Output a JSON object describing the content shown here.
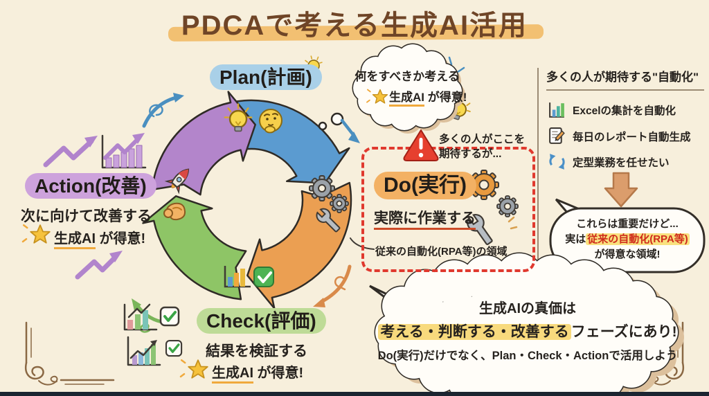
{
  "title": "PDCAで考える生成AI活用",
  "cycle": {
    "plan": {
      "label": "Plan(計画)"
    },
    "do": {
      "label": "Do(実行)",
      "desc": "実際に作業する",
      "warning_line1": "多くの人がここを",
      "warning_line2": "期待するが...",
      "note": "従来の自動化(RPA等)の領域"
    },
    "check": {
      "label": "Check(評価)",
      "desc": "結果を検証する",
      "ai_strong": "生成AI",
      "ai_rest": " が得意!"
    },
    "action": {
      "label": "Action(改善)",
      "desc": "次に向けて改善する",
      "ai_strong": "生成AI",
      "ai_rest": " が得意!"
    }
  },
  "plan_bubble": {
    "line1": "何をすべきか考える",
    "ai_strong": "生成AI",
    "ai_rest": " が得意!"
  },
  "right_panel": {
    "heading": "多くの人が期待する\"自動化\"",
    "items": [
      {
        "icon": "bar-chart-icon",
        "label": "Excelの集計を自動化"
      },
      {
        "icon": "report-icon",
        "label": "毎日のレポート自動生成"
      },
      {
        "icon": "recycle-icon",
        "label": "定型業務を任せたい"
      }
    ],
    "bubble": {
      "line1": "これらは重要だけど...",
      "line2_prefix": "実は",
      "line2_highlight": "従来の自動化(RPA等)",
      "line3": "が得意な領域!"
    }
  },
  "conclusion_bubble": {
    "line1": "生成AIの真価は",
    "line2_highlight": "考える・判断する・改善する",
    "line2_rest": "フェーズにあり!",
    "line3": "Do(実行)だけでなく、Plan・Check・Actionで活用しよう"
  },
  "colors": {
    "background": "#f7efdc",
    "title": "#6f4527",
    "title_highlight": "#f0b459",
    "plan_blue": "#5b9bd0",
    "do_orange": "#eb9f52",
    "check_green": "#8ec566",
    "action_purple": "#b385cb",
    "warning_red": "#e6402f",
    "dashed_red": "#e0392e",
    "highlight_yellow": "#f8da7d",
    "rpa_red_text": "#cf2b1d",
    "tan_arrow": "#db9d6c",
    "flourish_brown": "#8a6844"
  }
}
